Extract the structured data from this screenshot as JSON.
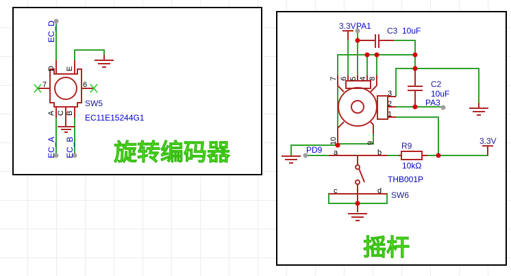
{
  "blocks": [
    {
      "title": "旋转编码器",
      "component": {
        "ref": "SW5",
        "value": "EC11E15244G1"
      },
      "pins": [
        "A",
        "C",
        "B",
        "D",
        "E",
        "7",
        "6"
      ],
      "nets": [
        "EC_D",
        "EC_A",
        "EC_B"
      ]
    },
    {
      "title": "摇杆",
      "component": {
        "ref": "SW6",
        "value": "THB001P"
      },
      "pins_top": [
        "7",
        "6",
        "5",
        "4",
        "8"
      ],
      "pins_side": [
        "3",
        "2",
        "1"
      ],
      "pins_bottom": [
        "10",
        "9"
      ],
      "switch_pins": [
        "a",
        "b",
        "c",
        "d"
      ],
      "nets": [
        "3.3V",
        "PA1",
        "PA3",
        "PD9",
        "3.3V"
      ],
      "capacitors": [
        {
          "ref": "C3",
          "value": "10uF"
        },
        {
          "ref": "C2",
          "value": "10uF"
        }
      ],
      "resistor": {
        "ref": "R9",
        "value": "10kΩ"
      }
    }
  ]
}
